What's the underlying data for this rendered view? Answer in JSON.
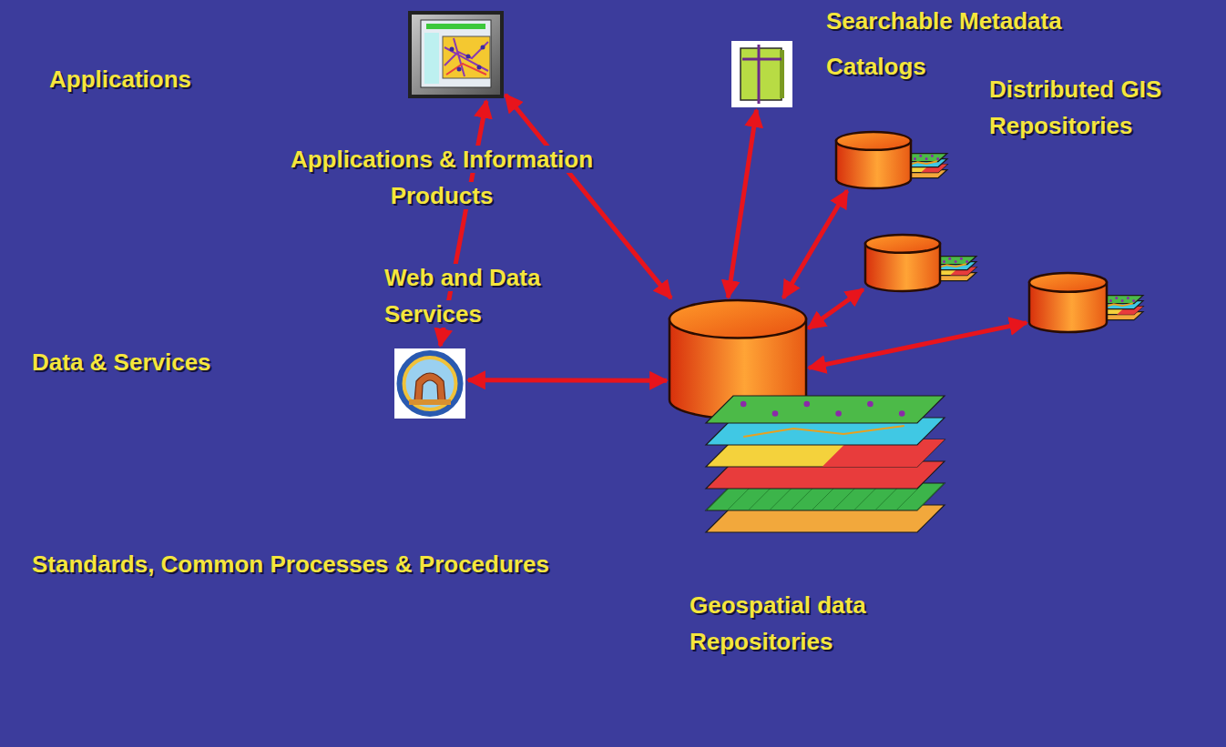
{
  "diagram": {
    "nodes": [
      {
        "text": [
          "Applications & Information Products"
        ]
      },
      {
        "text": [
          "Searchable Metadata Catalogs"
        ]
      },
      {
        "text": [
          "Distributed GIS Repositories"
        ]
      },
      {
        "text": [
          "Web and Data Services"
        ]
      },
      {
        "text": []
      },
      {
        "text": []
      },
      {
        "text": [
          "Geospatial data Repositories"
        ]
      }
    ],
    "edges": [
      {
        "from": 0,
        "to": 3,
        "arrow": "both"
      },
      {
        "from": 0,
        "to": 6,
        "arrow": "both"
      },
      {
        "from": 1,
        "to": 6,
        "arrow": "both"
      },
      {
        "from": 3,
        "to": 6,
        "arrow": "both"
      },
      {
        "from": 6,
        "to": 2,
        "arrow": "both"
      },
      {
        "from": 6,
        "to": 4,
        "arrow": "both"
      },
      {
        "from": 6,
        "to": 5,
        "arrow": "both"
      }
    ],
    "labels": [
      "Applications",
      "Data & Services",
      "Standards, Common Processes & Procedures"
    ]
  }
}
